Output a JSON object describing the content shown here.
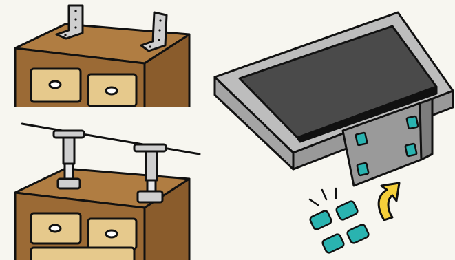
{
  "illustration": {
    "panels": [
      {
        "id": "dresser-with-brackets",
        "subject": "dresser-icon"
      },
      {
        "id": "dresser-with-tension-rods",
        "subject": "tension-rod-icon"
      },
      {
        "id": "tv-with-anti-slip-pads",
        "subject": "tv-icon"
      }
    ],
    "colors": {
      "background": "#f7f6f0",
      "dresser_wood": "#9b6a35",
      "dresser_top": "#b07d42",
      "drawer_face": "#e6c98c",
      "metal": "#cfcfcf",
      "tv_frame": "#bdbdbd",
      "tv_screen": "#4a4a4a",
      "pad_teal": "#2ab3b0",
      "arrow_yellow": "#f5cf3a",
      "outline": "#111111"
    }
  }
}
